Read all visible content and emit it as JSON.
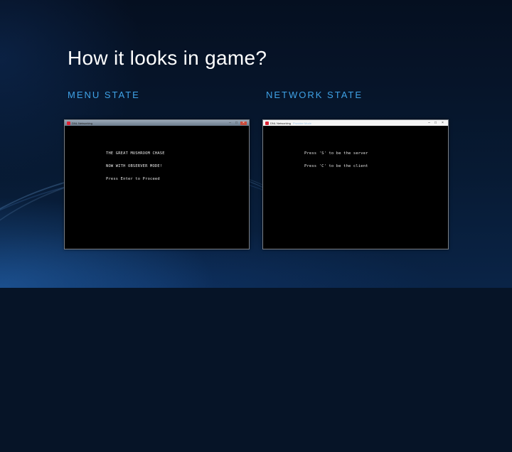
{
  "slide": {
    "title": "How it looks in game?",
    "left_label": "MENU STATE",
    "right_label": "NETWORK STATE"
  },
  "menu_window": {
    "title": "DNL Networking",
    "lines": [
      "THE GREAT MUSHROOM CHASE",
      "NOW WITH OBSERVER MODE!",
      "Press Enter to Proceed"
    ]
  },
  "network_window": {
    "title": "DNL Networking",
    "subtitle": "Provider Mode",
    "lines": [
      "Press 'S' to be the server",
      "Press 'C' to be the client"
    ]
  },
  "window_controls": {
    "minimize": "–",
    "maximize": "□",
    "close": "×"
  }
}
